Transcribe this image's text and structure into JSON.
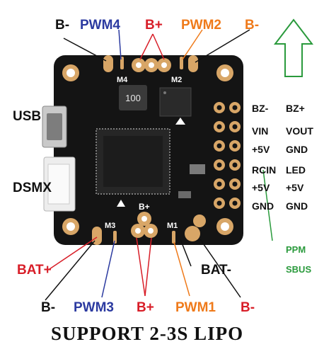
{
  "colors": {
    "black": "#111111",
    "blue": "#2b3aa0",
    "red": "#d81e28",
    "orange": "#ef7a1a",
    "green": "#2a9a3c",
    "board": "#141414",
    "pad": "#d8a667"
  },
  "labels": {
    "top_b_minus_left": "B-",
    "pwm4": "PWM4",
    "top_b_plus": "B+",
    "pwm2": "PWM2",
    "top_b_minus_right": "B-",
    "usb": "USB",
    "dsmx": "DSMX",
    "bat_plus": "BAT+",
    "bat_minus": "BAT-",
    "bottom_b_minus_left": "B-",
    "pwm3": "PWM3",
    "bottom_b_plus": "B+",
    "pwm1": "PWM1",
    "bottom_b_minus_right": "B-"
  },
  "pin_header": {
    "rows": [
      [
        "BZ-",
        "BZ+"
      ],
      [
        "VIN",
        "VOUT"
      ],
      [
        "+5V",
        "GND"
      ],
      [
        "RCIN",
        "LED"
      ],
      [
        "+5V",
        "+5V"
      ],
      [
        "GND",
        "GND"
      ]
    ]
  },
  "receiver": {
    "ppm": "PPM",
    "sbus": "SBUS"
  },
  "board_silk": {
    "m4": "M4",
    "m2": "M2",
    "m3": "M3",
    "m1": "M1",
    "b_plus": "B+",
    "inductor": "100"
  },
  "footer": "SUPPORT 2-3S LIPO"
}
